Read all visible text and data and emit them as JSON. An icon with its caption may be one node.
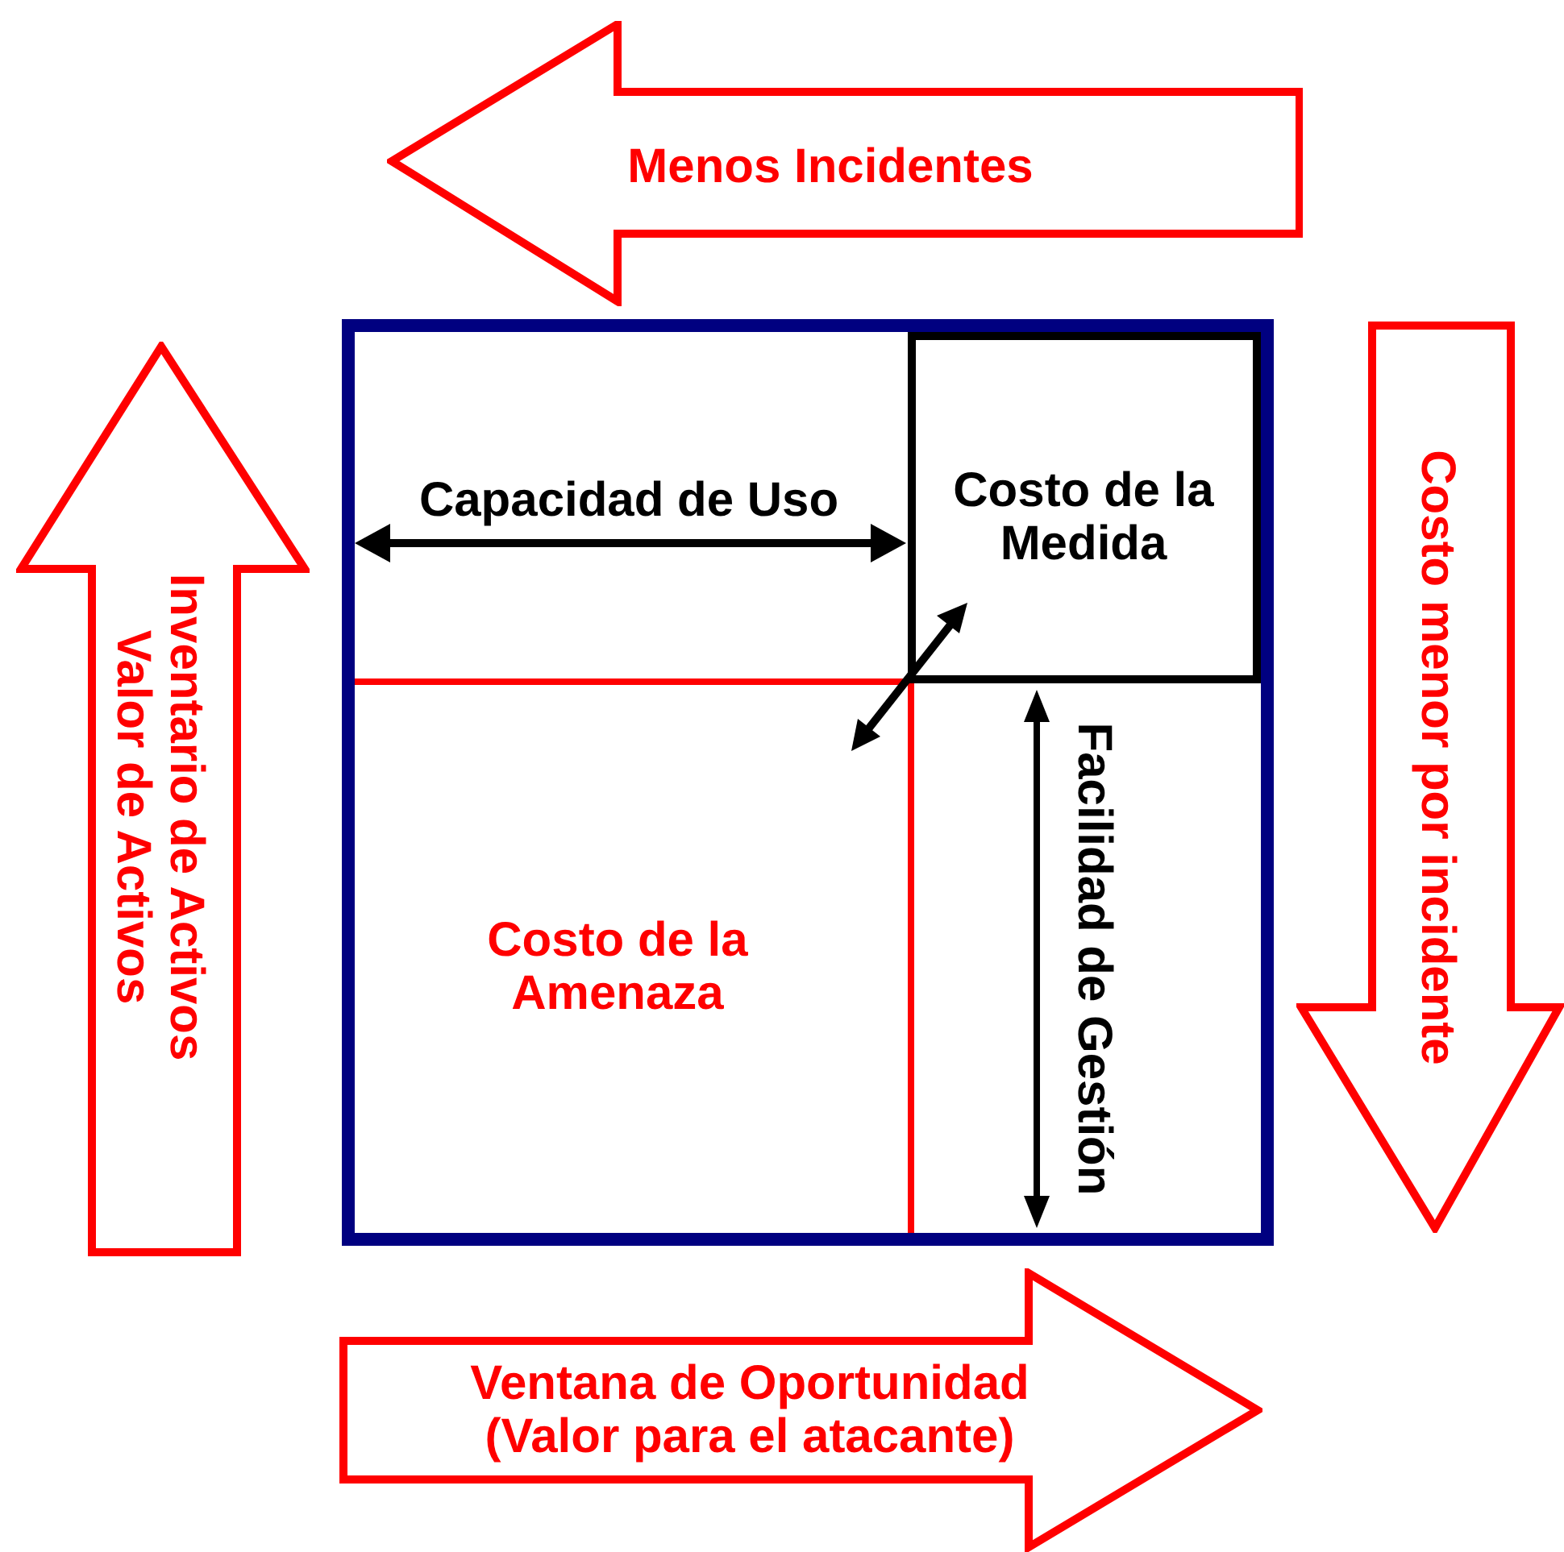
{
  "diagram": {
    "nodes": [
      {
        "text": [
          "Menos Incidentes"
        ]
      },
      {
        "text": [
          "Inventario de Activos Valor de Activos"
        ]
      },
      {
        "text": [],
        "shape": "box"
      },
      {
        "text": [
          "Costo de la Medida"
        ],
        "in": 2
      },
      {
        "text": [
          "Costo menor por incidente"
        ]
      },
      {
        "text": [
          "Ventana de Oportunidad (Valor para el atacante)"
        ]
      }
    ],
    "labels": [
      "Capacidad de Uso",
      "Costo de la Amenaza",
      "Facilidad de Gestión"
    ]
  }
}
